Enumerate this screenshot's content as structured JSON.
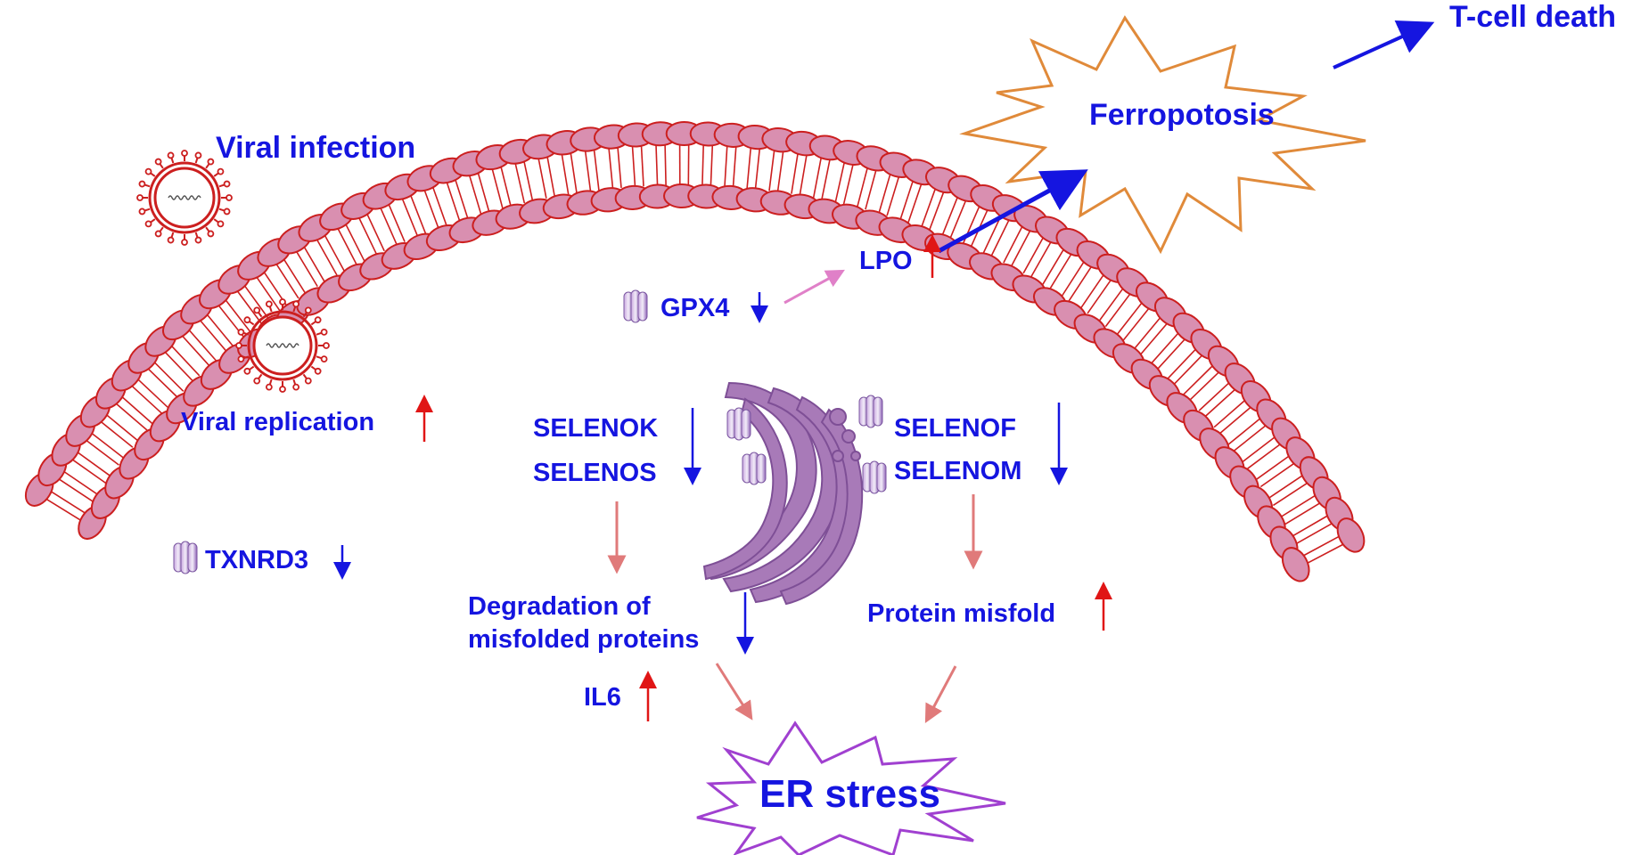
{
  "labels": {
    "viral_infection": "Viral infection",
    "viral_replication": "Viral replication",
    "txnrd3": "TXNRD3",
    "gpx4": "GPX4",
    "lpo": "LPO",
    "ferroptosis": "Ferropotosis",
    "t_cell_death": "T-cell death",
    "selenok": "SELENOK",
    "selenos": "SELENOS",
    "selenof": "SELENOF",
    "selenom": "SELENOM",
    "degradation_line1": "Degradation of",
    "degradation_line2": "misfolded proteins",
    "il6": "IL6",
    "protein_misfold": "Protein misfold",
    "er_stress": "ER stress"
  },
  "colors": {
    "text": "#1515e0",
    "membrane_stroke": "#cc1f1f",
    "membrane_fill": "#d98fb0",
    "up_arrow": "#e01515",
    "down_arrow": "#1515e0",
    "pathway_arrow": "#e07a7a",
    "gpx4_arrow": "#e080c8",
    "ferroptosis_star": "#e08a3a",
    "er_star": "#a040d0",
    "golgi": "#a87ab8"
  },
  "icons": {
    "selenoprotein": "membrane-protein-icon",
    "virus": "virus-particle-icon",
    "golgi": "endoplasmic-reticulum-icon"
  }
}
